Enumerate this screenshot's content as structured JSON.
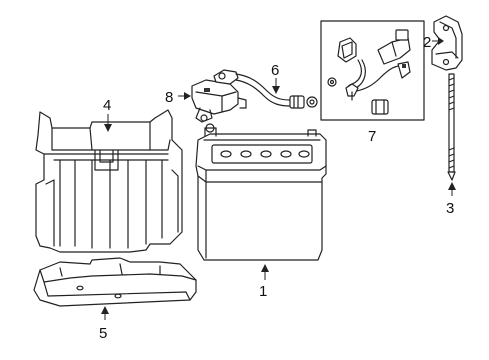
{
  "callouts": {
    "battery": "1",
    "bracket": "2",
    "hold_down_rod": "3",
    "battery_box_cover": "4",
    "battery_tray": "5",
    "positive_cable": "6",
    "cable_kit": "7",
    "sensor": "8"
  }
}
